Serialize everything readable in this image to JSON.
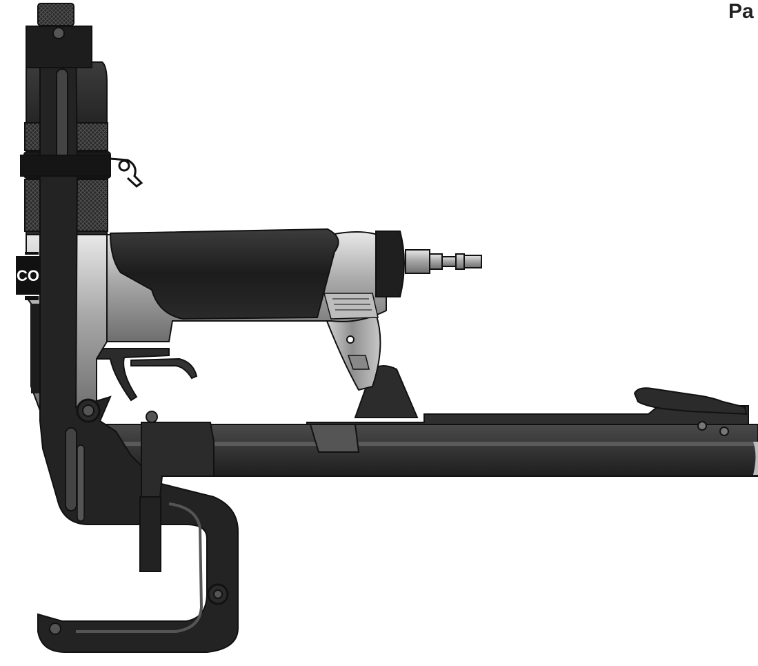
{
  "page_fragment": "Pa",
  "brand_fragment": "CO",
  "tool": {
    "icon": "pneumatic-stapler-illustration",
    "colors": {
      "body": "#1f1f1f",
      "metal": "#9a9a9a",
      "metal_light": "#cfcfcf",
      "highlight": "#e6e6e6",
      "rail": "#3a3a3a"
    }
  }
}
